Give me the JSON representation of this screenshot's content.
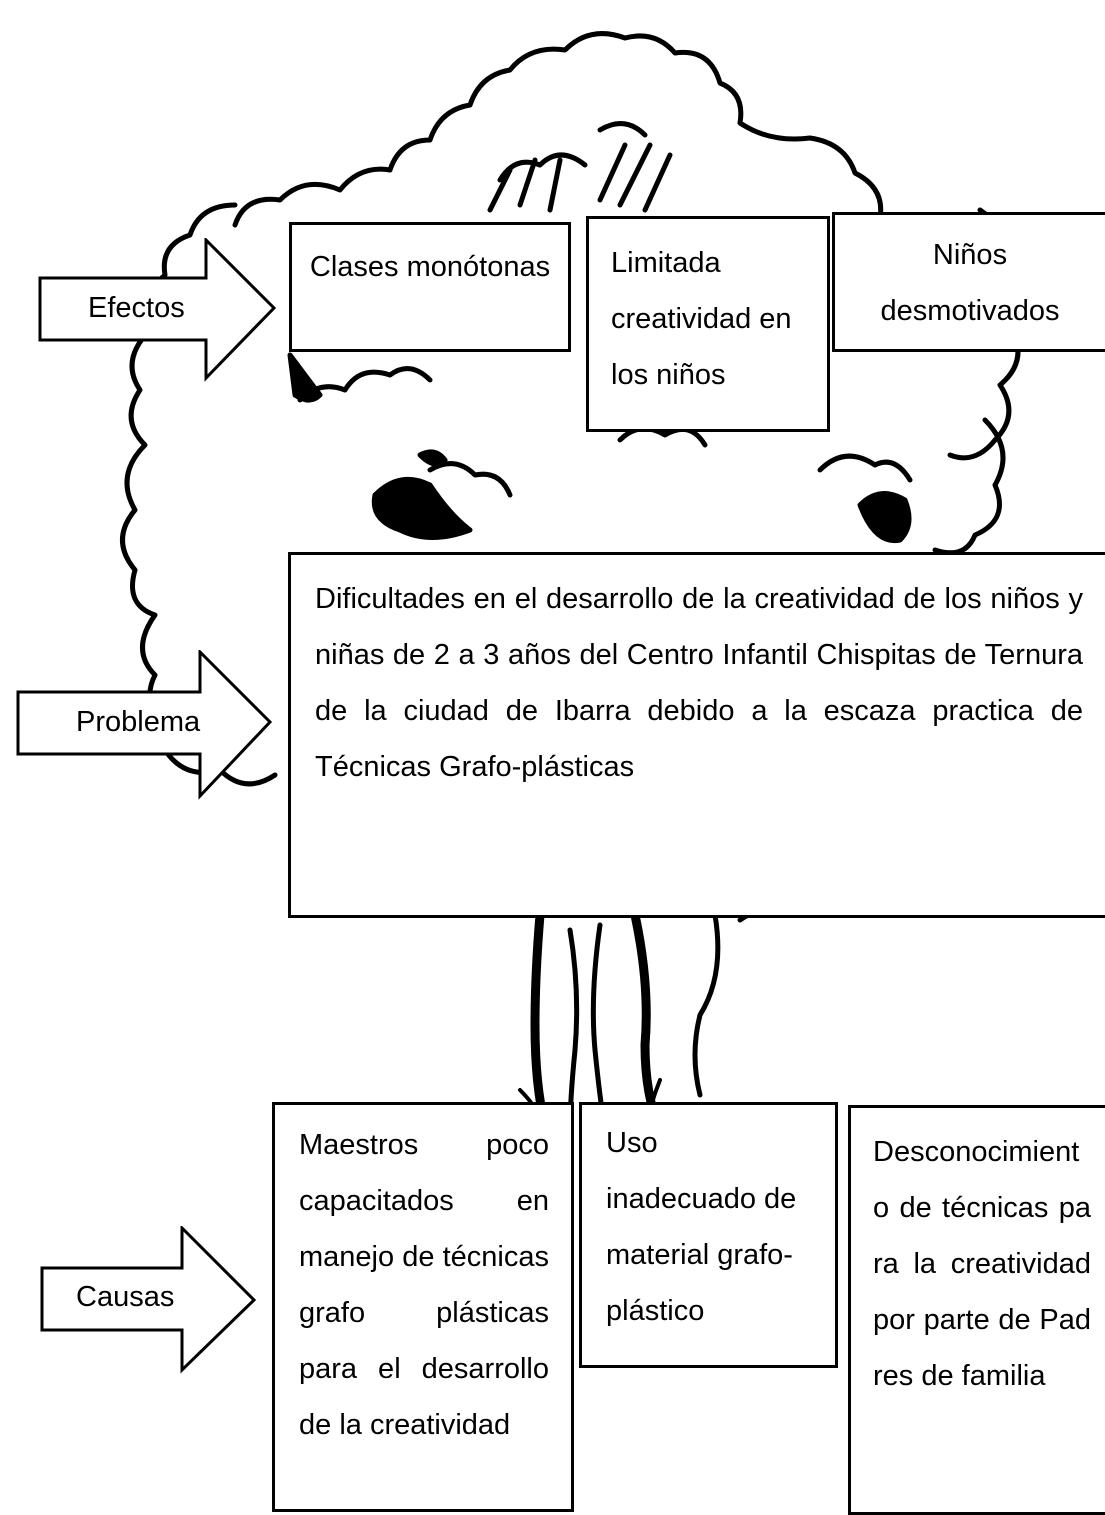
{
  "labels": {
    "efectos": "Efectos",
    "problema": "Problema",
    "causas": "Causas"
  },
  "effects": {
    "e1": "Clases monótonas",
    "e2": "Limitada creatividad en los niños",
    "e3": "Niños desmotivados"
  },
  "problem": "Dificultades en el desarrollo de la creatividad de los niños y niñas de 2 a 3 años del Centro Infantil Chispitas de Ternura de la ciudad de Ibarra debido a la escaza practica de Técnicas Grafo-plásticas",
  "causes": {
    "c1": "Maestros poco capacitados en manejo de técnicas grafo plásticas para el desarrollo de la creatividad",
    "c2": "Uso inadecuado de material grafo-plástico",
    "c3": "Desconocimiento de técnicas para la creatividad por parte de Padres de familia"
  }
}
